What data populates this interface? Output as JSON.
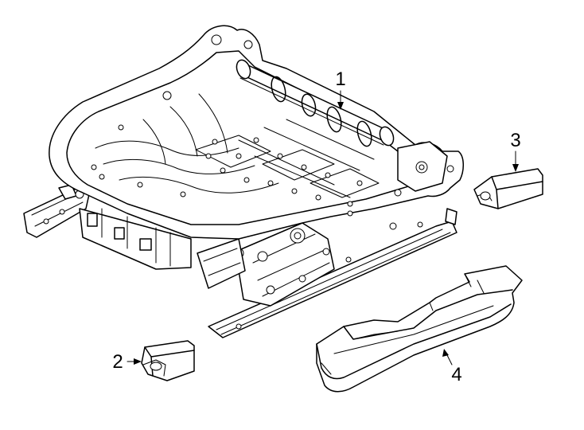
{
  "callouts": {
    "c1": "1",
    "c2": "2",
    "c3": "3",
    "c4": "4"
  },
  "parts": [
    {
      "number": "1",
      "icon": "seat-frame-track-assembly"
    },
    {
      "number": "2",
      "icon": "track-end-cap"
    },
    {
      "number": "3",
      "icon": "track-end-cap"
    },
    {
      "number": "4",
      "icon": "track-side-cover"
    }
  ]
}
